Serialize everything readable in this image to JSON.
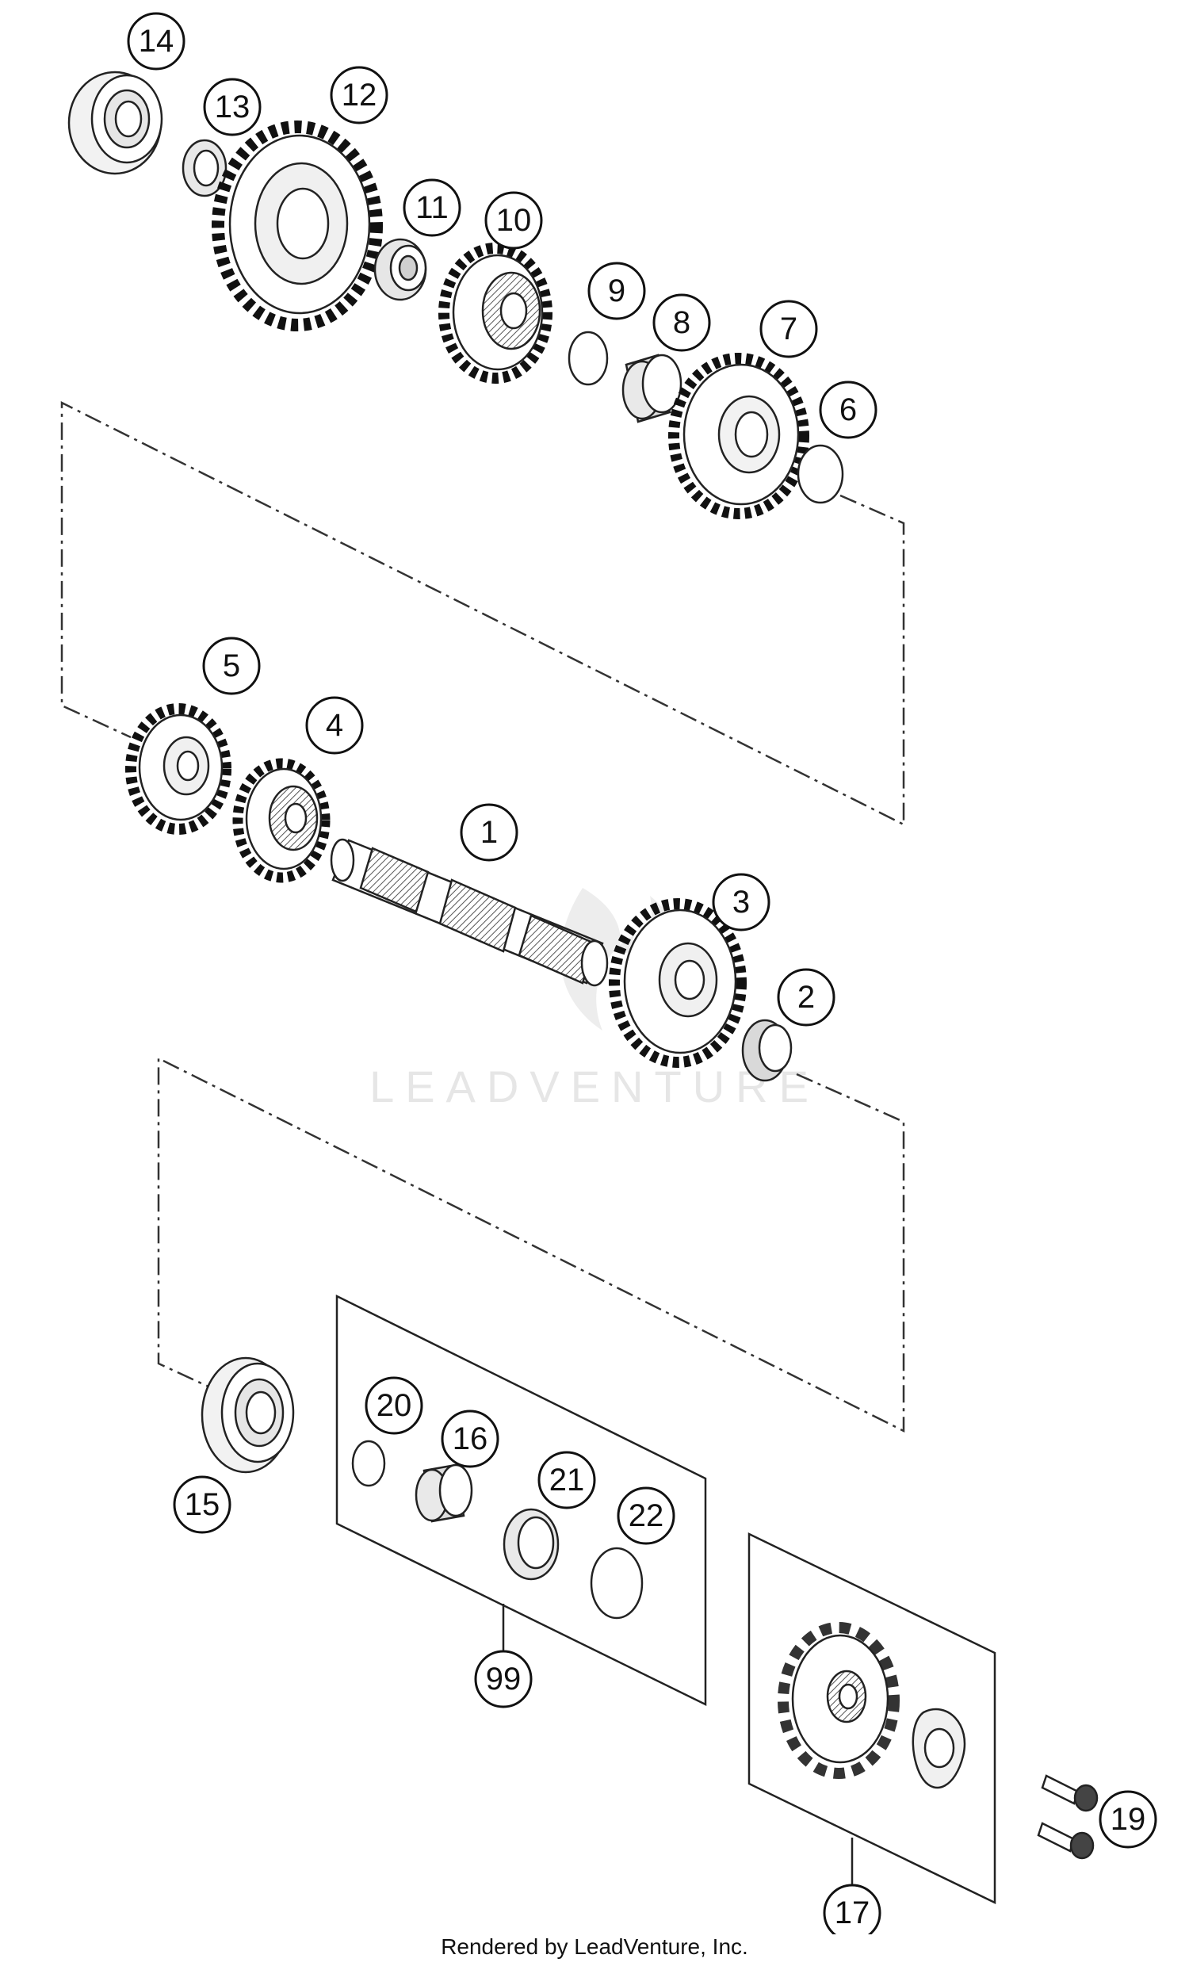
{
  "watermark": "LEADVENTURE",
  "footer": "Rendered by LeadVenture, Inc.",
  "callouts": [
    "14",
    "13",
    "12",
    "11",
    "10",
    "9",
    "8",
    "7",
    "6",
    "5",
    "4",
    "1",
    "3",
    "2",
    "15",
    "20",
    "16",
    "21",
    "22",
    "99",
    "17",
    "19"
  ],
  "icons": [
    "gear-icon",
    "bearing-icon",
    "washer-icon",
    "bushing-icon",
    "circlip-icon",
    "shaft-icon",
    "sprocket-icon",
    "bolt-icon",
    "lock-plate-icon"
  ],
  "colors": {
    "line": "#222222",
    "watermark": "#e6e6e6",
    "fill": "#ffffff",
    "shade": "#d9d9d9"
  }
}
